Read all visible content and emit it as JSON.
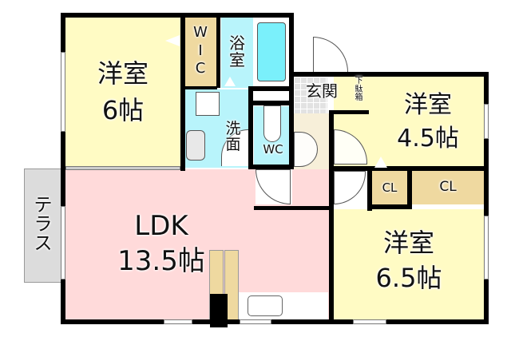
{
  "floor_plan": {
    "rooms": {
      "western_room_1": {
        "name": "洋室",
        "size": "6帖"
      },
      "wic": {
        "name": "W\nI\nC"
      },
      "bathroom": {
        "name": "浴\n室"
      },
      "washroom": {
        "name": "洗\n面"
      },
      "toilet": {
        "name": "WC"
      },
      "entrance": {
        "name": "玄関"
      },
      "shoe_box": {
        "name": "下\n駄\n箱"
      },
      "western_room_2": {
        "name": "洋室",
        "size": "4.5帖"
      },
      "closet_1": {
        "name": "CL"
      },
      "closet_2": {
        "name": "CL"
      },
      "ldk": {
        "name": "LDK",
        "size": "13.5帖"
      },
      "western_room_3": {
        "name": "洋室",
        "size": "6.5帖"
      },
      "terrace": {
        "name": "テ\nラ\nス"
      }
    },
    "colors": {
      "western_room": "#fffbc4",
      "ldk": "#ffdada",
      "wet_area": "#b8f4fb",
      "storage": "#efd9a0",
      "entrance": "#e2e2e2",
      "hallway": "#f7efd9",
      "terrace": "#dcdcdc",
      "bathtub": "#7af0fb",
      "wall": "#000000"
    }
  }
}
